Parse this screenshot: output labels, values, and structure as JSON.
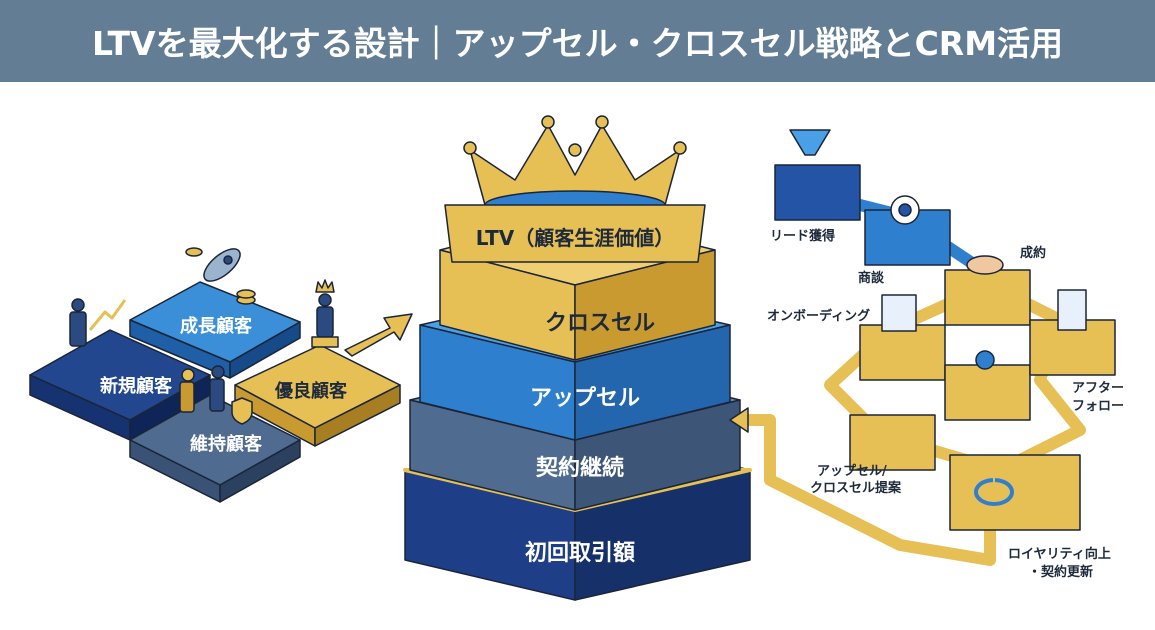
{
  "title": "LTVを最大化する設計｜アップセル・クロスセル戦略とCRM活用",
  "customer_segments": {
    "new": "新規顧客",
    "growth": "成長顧客",
    "retained": "維持顧客",
    "loyal": "優良顧客"
  },
  "ltv_stack": {
    "banner": "LTV（顧客生涯価値）",
    "layers": [
      "クロスセル",
      "アップセル",
      "契約継続",
      "初回取引額"
    ]
  },
  "crm_flow": {
    "steps": [
      "リード獲得",
      "商談",
      "成約",
      "オンボーディング",
      "アフター",
      "フォロー",
      "アップセル/",
      "クロスセル提案",
      "ロイヤリティ向上",
      "・契約更新"
    ]
  },
  "colors": {
    "header": "#627d94",
    "navy": "#1f3f8a",
    "blue": "#2f7fcf",
    "slate": "#4f6b8f",
    "gold": "#e6bf55"
  }
}
